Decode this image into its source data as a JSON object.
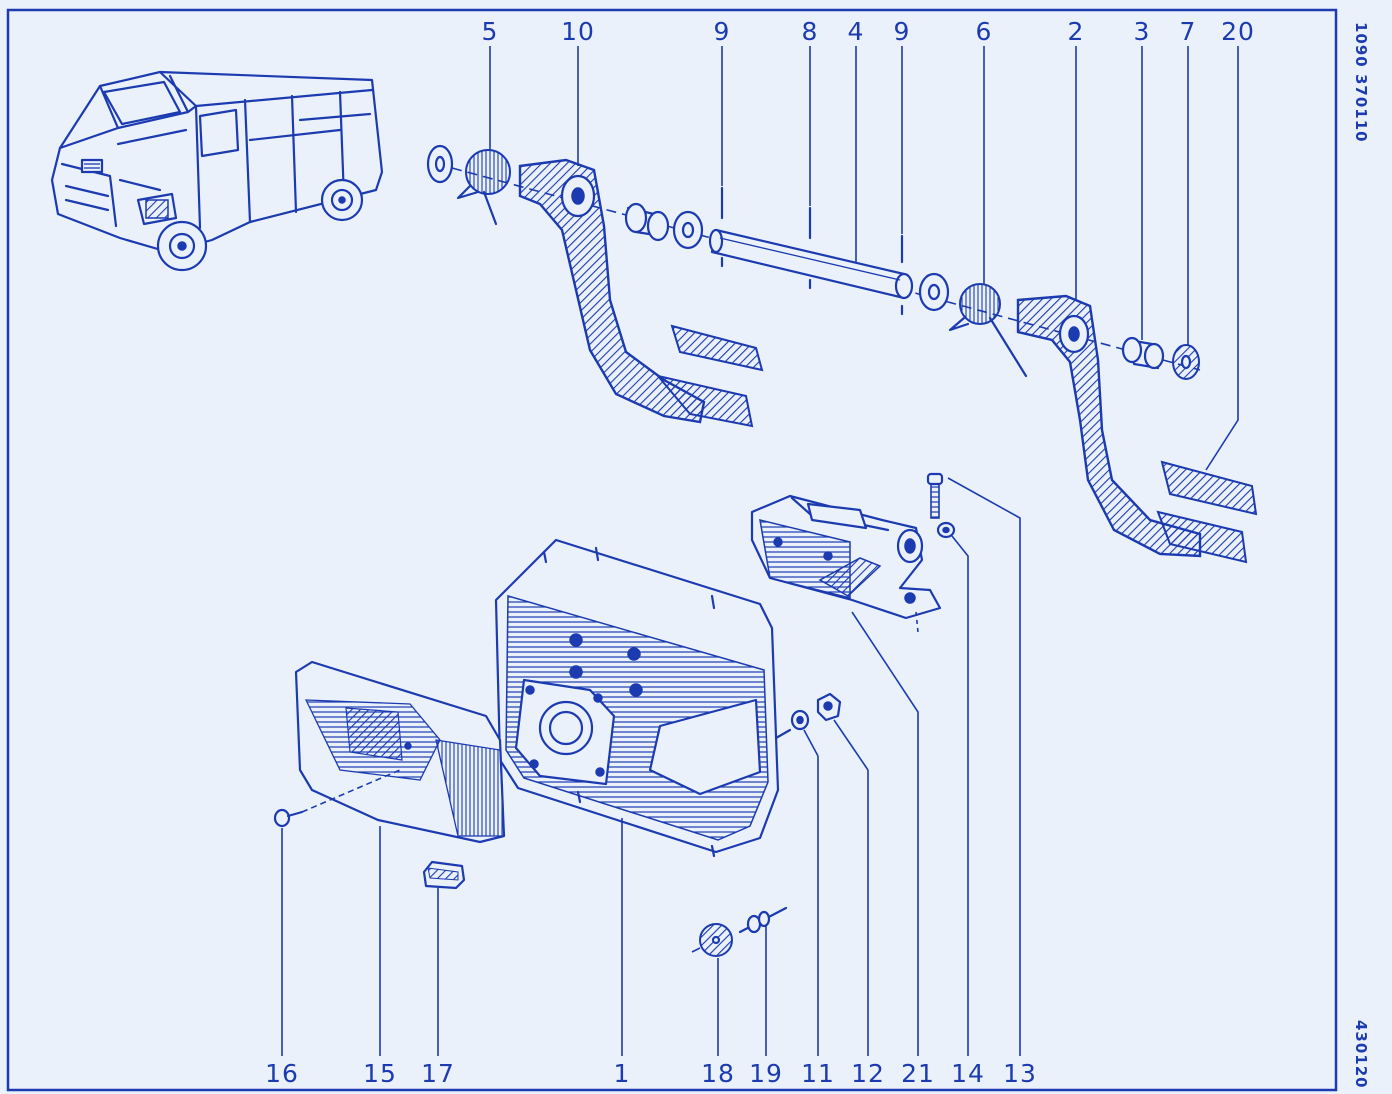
{
  "codes": {
    "top_right": "1090 370110",
    "bottom_right": "430120"
  },
  "callouts": {
    "top": [
      "5",
      "10",
      "9",
      "8",
      "4",
      "9",
      "6",
      "2",
      "3",
      "7",
      "20"
    ],
    "bottom": [
      "16",
      "15",
      "17",
      "1",
      "18",
      "19",
      "11",
      "12",
      "21",
      "14",
      "13"
    ]
  },
  "colors": {
    "ink": "#1c3bb0",
    "paper": "#eaf1fb"
  }
}
